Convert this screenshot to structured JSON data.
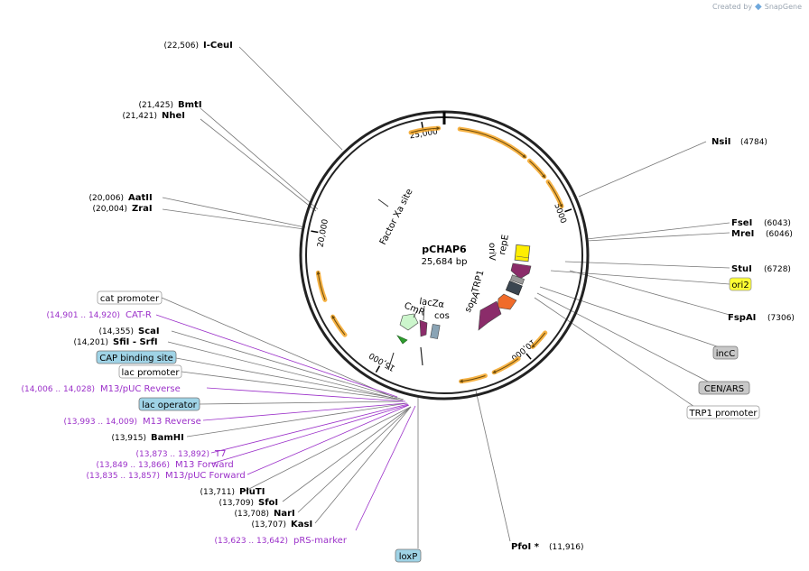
{
  "credit": {
    "text": "Created by",
    "brand": "SnapGene"
  },
  "plasmid": {
    "name": "pCHAP6",
    "size": "25,684 bp"
  },
  "ticks": [
    "5000",
    "10,000",
    "15,000",
    "20,000",
    "25,000"
  ],
  "enzymes_left": [
    {
      "pos": "(22,506)",
      "name": "I-CeuI"
    },
    {
      "pos": "(21,425)",
      "name": "BmtI"
    },
    {
      "pos": "(21,421)",
      "name": "NheI"
    },
    {
      "pos": "(20,006)",
      "name": "AatII"
    },
    {
      "pos": "(20,004)",
      "name": "ZraI"
    },
    {
      "pos": "(14,355)",
      "name": "ScaI"
    },
    {
      "pos": "(14,201)",
      "name": "SfiI  - SrfI"
    },
    {
      "pos": "(13,915)",
      "name": "BamHI"
    },
    {
      "pos": "(13,711)",
      "name": "PluTI"
    },
    {
      "pos": "(13,709)",
      "name": "SfoI"
    },
    {
      "pos": "(13,708)",
      "name": "NarI"
    },
    {
      "pos": "(13,707)",
      "name": "KasI"
    }
  ],
  "enzymes_right": [
    {
      "name": "NsiI",
      "pos": "(4784)"
    },
    {
      "name": "FseI",
      "pos": "(6043)"
    },
    {
      "name": "MreI",
      "pos": "(6046)"
    },
    {
      "name": "StuI",
      "pos": "(6728)"
    },
    {
      "name": "FspAI",
      "pos": "(7306)"
    },
    {
      "name": "PfoI *",
      "pos": "(11,916)"
    }
  ],
  "primers": [
    {
      "pos": "(14,901 .. 14,920)",
      "name": "CAT-R"
    },
    {
      "pos": "(14,006 .. 14,028)",
      "name": "M13/pUC Reverse"
    },
    {
      "pos": "(13,993 .. 14,009)",
      "name": "M13 Reverse"
    },
    {
      "pos": "(13,873 .. 13,892)",
      "name": "T7"
    },
    {
      "pos": "(13,849 .. 13,866)",
      "name": "M13 Forward"
    },
    {
      "pos": "(13,835 .. 13,857)",
      "name": "M13/pUC Forward"
    },
    {
      "pos": "(13,623 .. 13,642)",
      "name": "pRS-marker"
    }
  ],
  "feature_boxes": [
    {
      "label": "cat promoter",
      "color": "#ffffff"
    },
    {
      "label": "CAP binding site",
      "color": "#9fd3e6"
    },
    {
      "label": "lac promoter",
      "color": "#ffffff"
    },
    {
      "label": "lac operator",
      "color": "#9fd3e6"
    },
    {
      "label": "ori2",
      "color": "#ffff33"
    },
    {
      "label": "incC",
      "color": "#c8c8c8"
    },
    {
      "label": "CEN/ARS",
      "color": "#c8c8c8"
    },
    {
      "label": "TRP1 promoter",
      "color": "#ffffff"
    },
    {
      "label": "loxP",
      "color": "#9fd3e6"
    }
  ],
  "inner_labels": [
    "Factor Xa site",
    "oriV",
    "repE",
    "TRP1",
    "sopA",
    "lacZα",
    "cos",
    "CmR"
  ],
  "colors": {
    "primer": "#9b30c9",
    "orf": "#f4a423",
    "backbone": "#222222"
  }
}
